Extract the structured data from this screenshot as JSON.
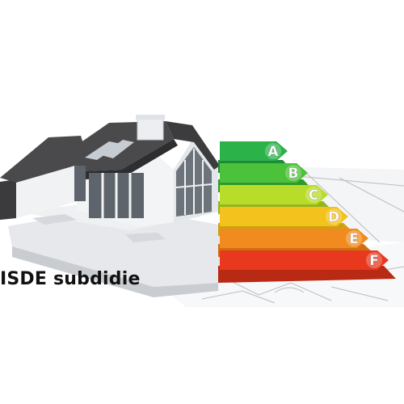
{
  "caption": "ISDE subdidie",
  "energy_label": {
    "classes": [
      {
        "letter": "A",
        "color": "#2bb34a"
      },
      {
        "letter": "B",
        "color": "#4cc13a"
      },
      {
        "letter": "C",
        "color": "#b7dd2a"
      },
      {
        "letter": "D",
        "color": "#f4c21d"
      },
      {
        "letter": "E",
        "color": "#f28b1f"
      },
      {
        "letter": "F",
        "color": "#e8391e"
      }
    ]
  },
  "colors": {
    "roof": "#4a4a4c",
    "walls": "#f2f4f6",
    "terrace": "#e6e8eb",
    "blueprint_lines": "#b9bcc2"
  }
}
